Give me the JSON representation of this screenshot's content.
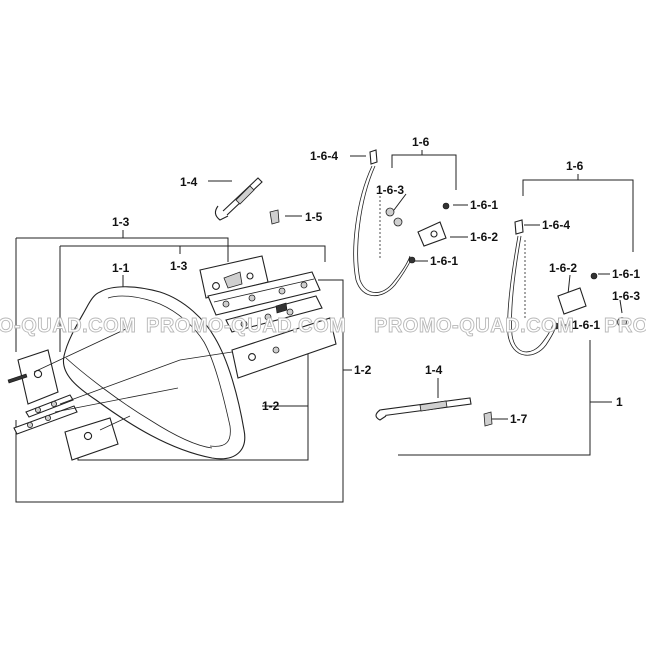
{
  "watermark": {
    "left": "O-QUAD.COM",
    "center_left": "PROMO-QUAD.COM",
    "center_right": "PROMO-QUAD.COM",
    "right": "PRO"
  },
  "labels": {
    "l1": "1",
    "l1_1": "1-1",
    "l1_2": "1-2",
    "l1_2b": "1-2",
    "l1_3a": "1-3",
    "l1_3b": "1-3",
    "l1_4a": "1-4",
    "l1_4b": "1-4",
    "l1_5": "1-5",
    "l1_6a": "1-6",
    "l1_6b": "1-6",
    "l1_6_1a": "1-6-1",
    "l1_6_1b": "1-6-1",
    "l1_6_1c": "1-6-1",
    "l1_6_1d": "1-6-1",
    "l1_6_2a": "1-6-2",
    "l1_6_2b": "1-6-2",
    "l1_6_3a": "1-6-3",
    "l1_6_3b": "1-6-3",
    "l1_6_4a": "1-6-4",
    "l1_6_4b": "1-6-4",
    "l1_7": "1-7"
  }
}
